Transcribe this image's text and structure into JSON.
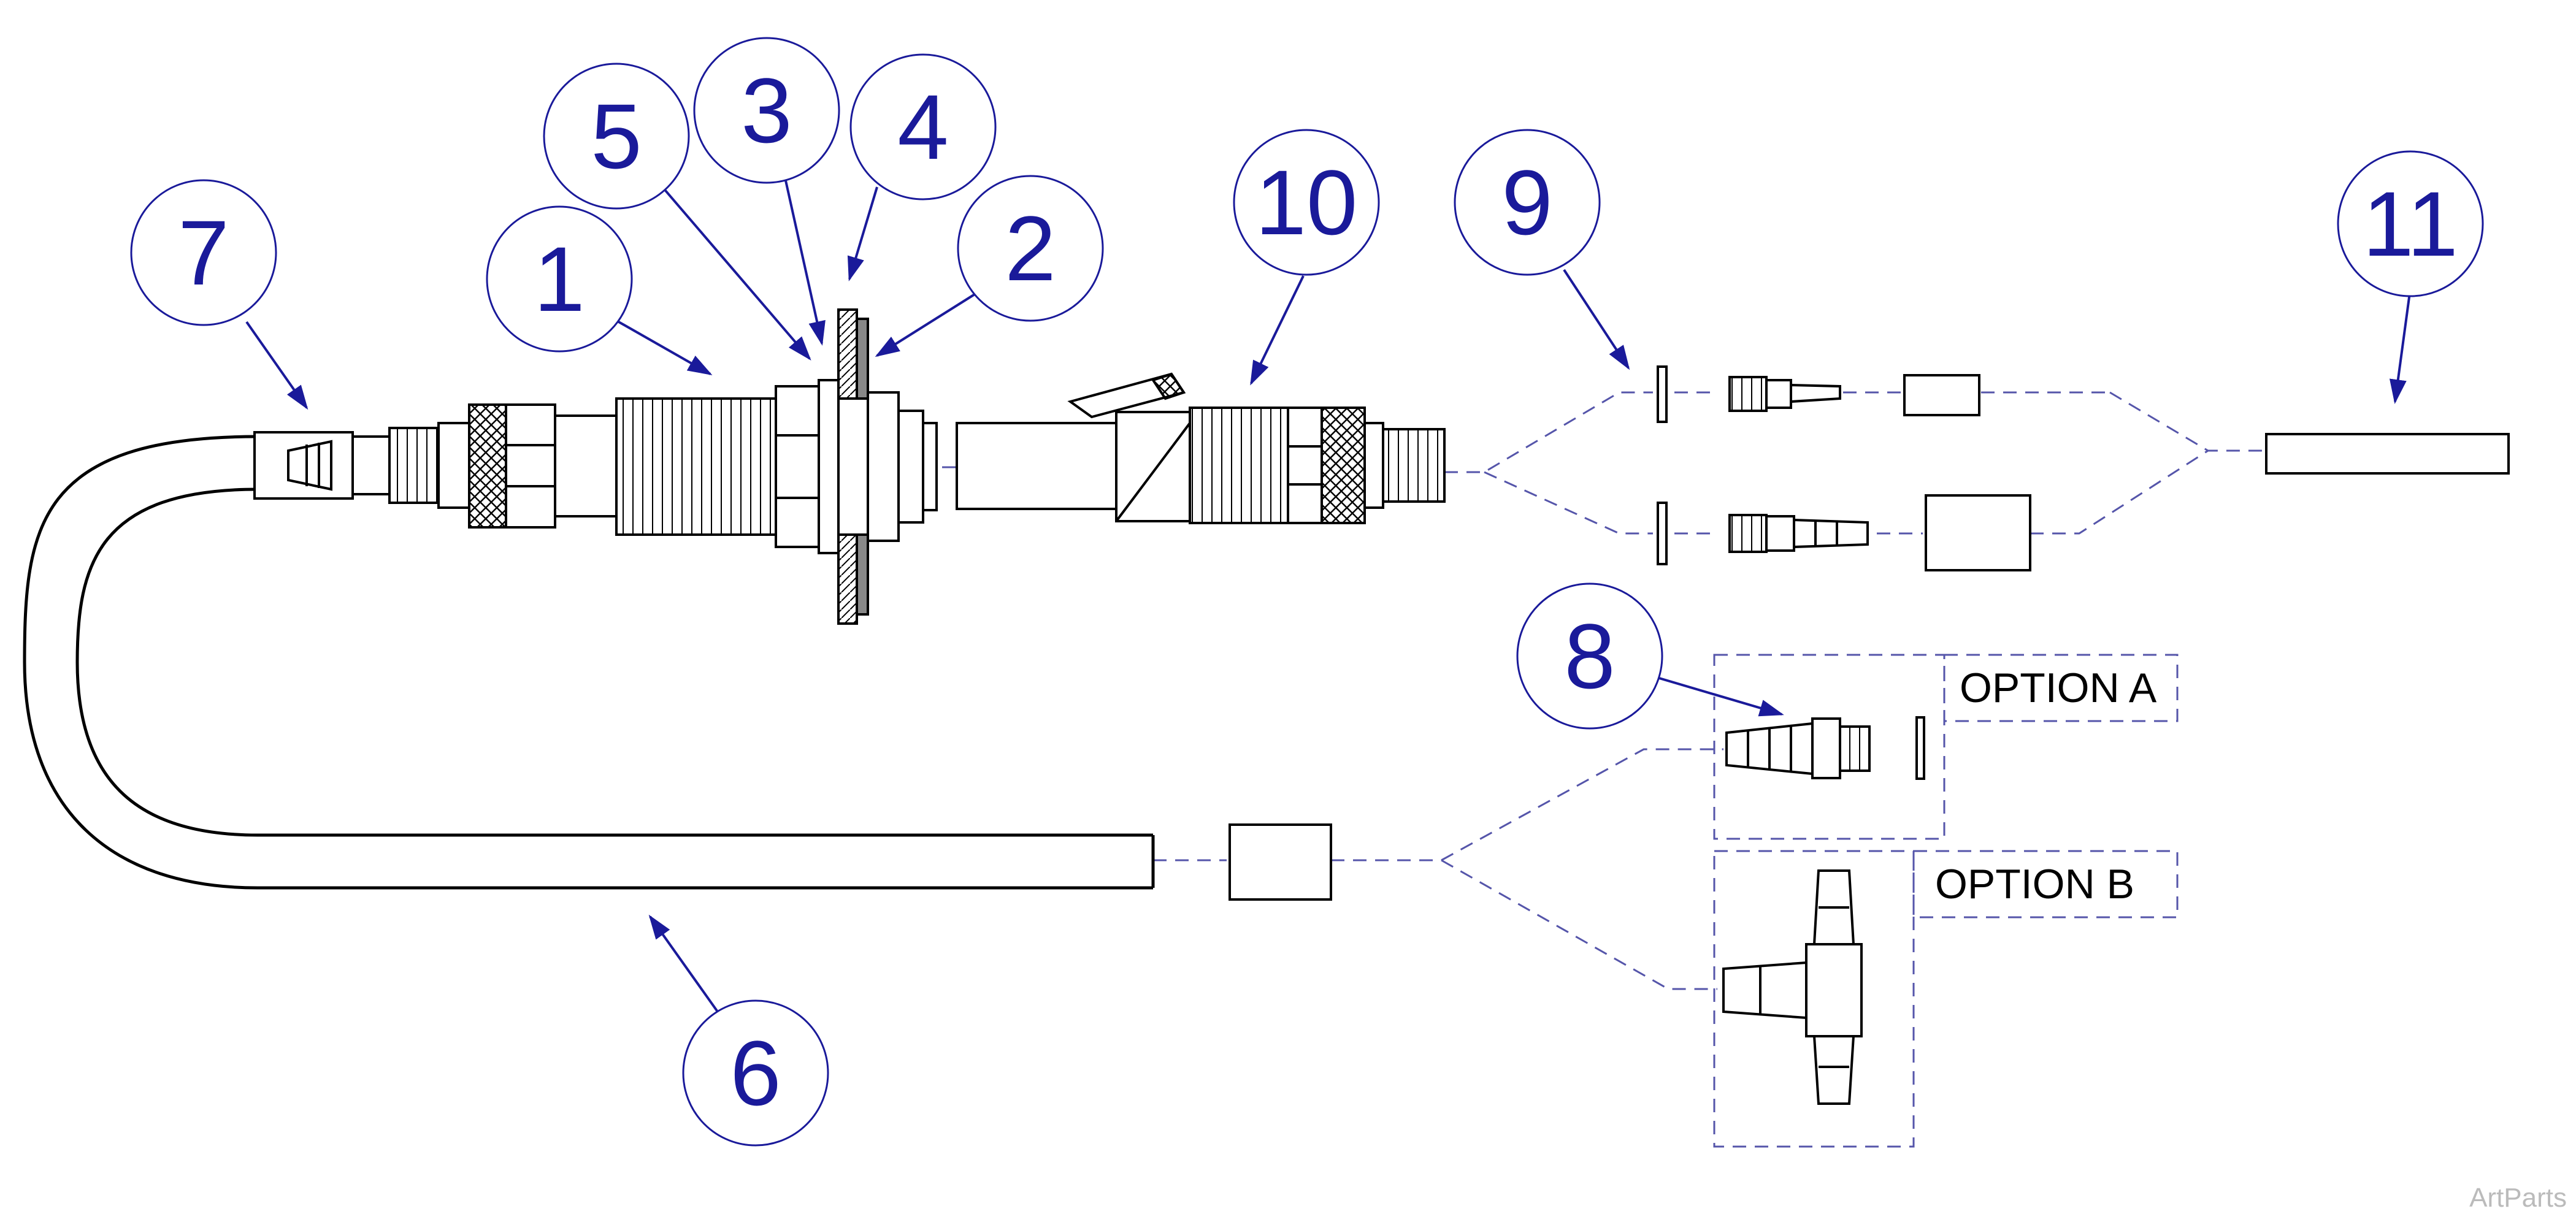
{
  "callouts": [
    {
      "id": "c1",
      "label": "1"
    },
    {
      "id": "c2",
      "label": "2"
    },
    {
      "id": "c3",
      "label": "3"
    },
    {
      "id": "c4",
      "label": "4"
    },
    {
      "id": "c5",
      "label": "5"
    },
    {
      "id": "c6",
      "label": "6"
    },
    {
      "id": "c7",
      "label": "7"
    },
    {
      "id": "c8",
      "label": "8"
    },
    {
      "id": "c9",
      "label": "9"
    },
    {
      "id": "c10",
      "label": "10"
    },
    {
      "id": "c11",
      "label": "11"
    }
  ],
  "options": {
    "a": "OPTION A",
    "b": "OPTION B"
  },
  "watermark": "ArtParts",
  "colors": {
    "callout": "#1a1a9a",
    "line": "#000000",
    "dash": "#5555aa",
    "watermark": "#bbbbbb"
  }
}
